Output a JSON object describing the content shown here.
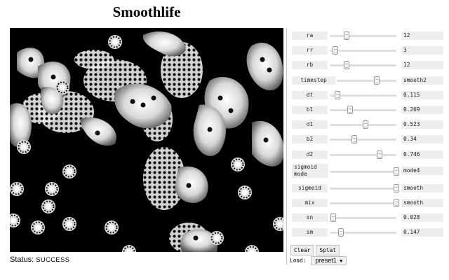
{
  "page": {
    "title": "Smoothlife"
  },
  "simulation": {
    "description": "black simulation canvas with white smoothlife blobs and ring-shaped gliders"
  },
  "status": {
    "label": "Status:",
    "value": "SUCCESS"
  },
  "controls": [
    {
      "label": "ra",
      "value": "12",
      "slider": 0.25,
      "layout": "normal"
    },
    {
      "label": "rr",
      "value": "3",
      "slider": 0.08,
      "layout": "normal"
    },
    {
      "label": "rb",
      "value": "12",
      "slider": 0.25,
      "layout": "normal"
    },
    {
      "label": "timestep",
      "value": "smooth2",
      "slider": 0.67,
      "layout": "wide"
    },
    {
      "label": "dt",
      "value": "0.115",
      "slider": 0.12,
      "layout": "normal"
    },
    {
      "label": "b1",
      "value": "0.269",
      "slider": 0.3,
      "layout": "normal"
    },
    {
      "label": "d1",
      "value": "0.523",
      "slider": 0.54,
      "layout": "normal"
    },
    {
      "label": "b2",
      "value": "0.34",
      "slider": 0.37,
      "layout": "normal"
    },
    {
      "label": "d2",
      "value": "0.746",
      "slider": 0.75,
      "layout": "normal"
    },
    {
      "label": "sigmoid mode",
      "value": "mode4",
      "slider": 1.0,
      "layout": "double"
    },
    {
      "label": "sigmoid",
      "value": "smooth",
      "slider": 1.0,
      "layout": "normal"
    },
    {
      "label": "mix",
      "value": "smooth",
      "slider": 1.0,
      "layout": "normal"
    },
    {
      "label": "sn",
      "value": "0.028",
      "slider": 0.05,
      "layout": "normal"
    },
    {
      "label": "sm",
      "value": "0.147",
      "slider": 0.17,
      "layout": "normal"
    }
  ],
  "buttons": {
    "clear": "Clear",
    "splat": "Splat"
  },
  "load": {
    "label": "Load:",
    "selected": "preset1"
  },
  "colors": {
    "canvas_background": "#000000",
    "blob": "#ffffff",
    "panel_label_bg": "#eeeeee"
  }
}
